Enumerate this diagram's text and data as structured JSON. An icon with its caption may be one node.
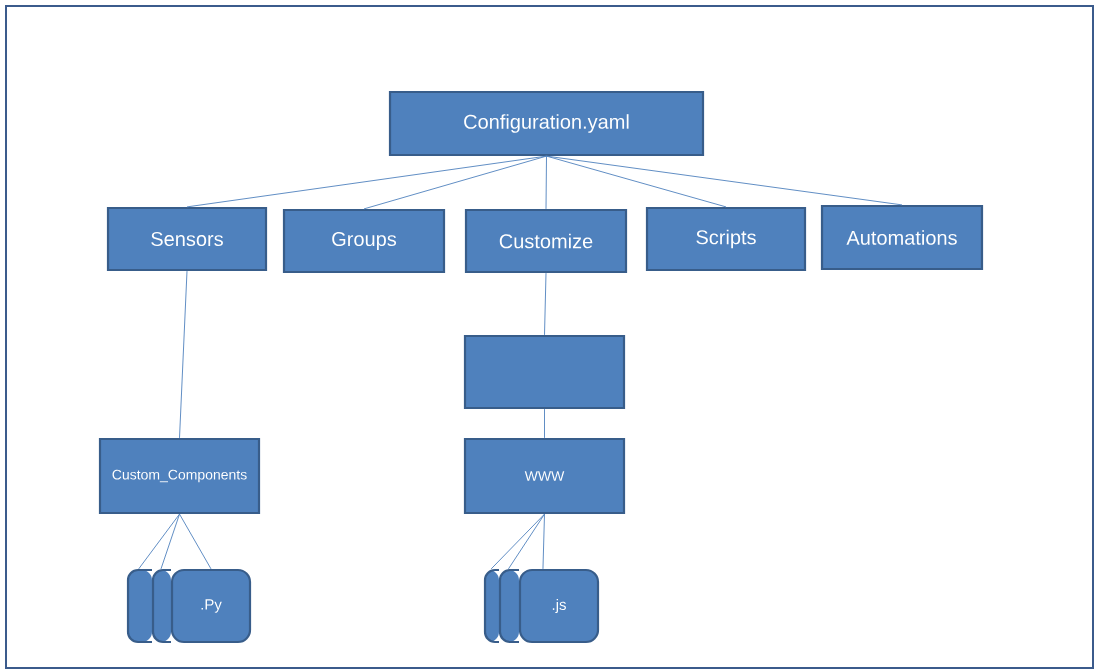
{
  "diagram": {
    "nodes": [
      {
        "text": [
          "Configuration.yaml"
        ]
      },
      {
        "text": [
          "Sensors"
        ]
      },
      {
        "text": [
          "Groups"
        ]
      },
      {
        "text": [
          "Customize"
        ]
      },
      {
        "text": [
          "Scripts"
        ]
      },
      {
        "text": [
          "Automations"
        ]
      },
      {
        "text": [],
        "shape": "box"
      },
      {
        "text": [
          "WWW"
        ]
      },
      {
        "text": [
          "Custom_Components"
        ]
      },
      {
        "text": [],
        "shape": "box"
      },
      {
        "text": [],
        "shape": "box"
      },
      {
        "text": [
          ".Py"
        ]
      },
      {
        "text": [],
        "shape": "box"
      },
      {
        "text": [],
        "shape": "box"
      },
      {
        "text": [
          ".js"
        ]
      }
    ],
    "edges": [
      {
        "from": 0,
        "to": 1,
        "arrow": "none"
      },
      {
        "from": 0,
        "to": 2,
        "arrow": "none"
      },
      {
        "from": 0,
        "to": 3,
        "arrow": "none"
      },
      {
        "from": 0,
        "to": 4,
        "arrow": "none"
      },
      {
        "from": 0,
        "to": 5,
        "arrow": "none"
      },
      {
        "from": 1,
        "to": 8,
        "arrow": "none"
      },
      {
        "from": 3,
        "to": 6,
        "arrow": "none"
      },
      {
        "from": 6,
        "to": 7,
        "arrow": "none"
      },
      {
        "from": 8,
        "to": 9,
        "arrow": "none"
      },
      {
        "from": 8,
        "to": 10,
        "arrow": "none"
      },
      {
        "from": 8,
        "to": 11,
        "arrow": "none"
      },
      {
        "from": 7,
        "to": 12,
        "arrow": "none"
      },
      {
        "from": 7,
        "to": 13,
        "arrow": "none"
      },
      {
        "from": 7,
        "to": 14,
        "arrow": "none"
      }
    ]
  }
}
